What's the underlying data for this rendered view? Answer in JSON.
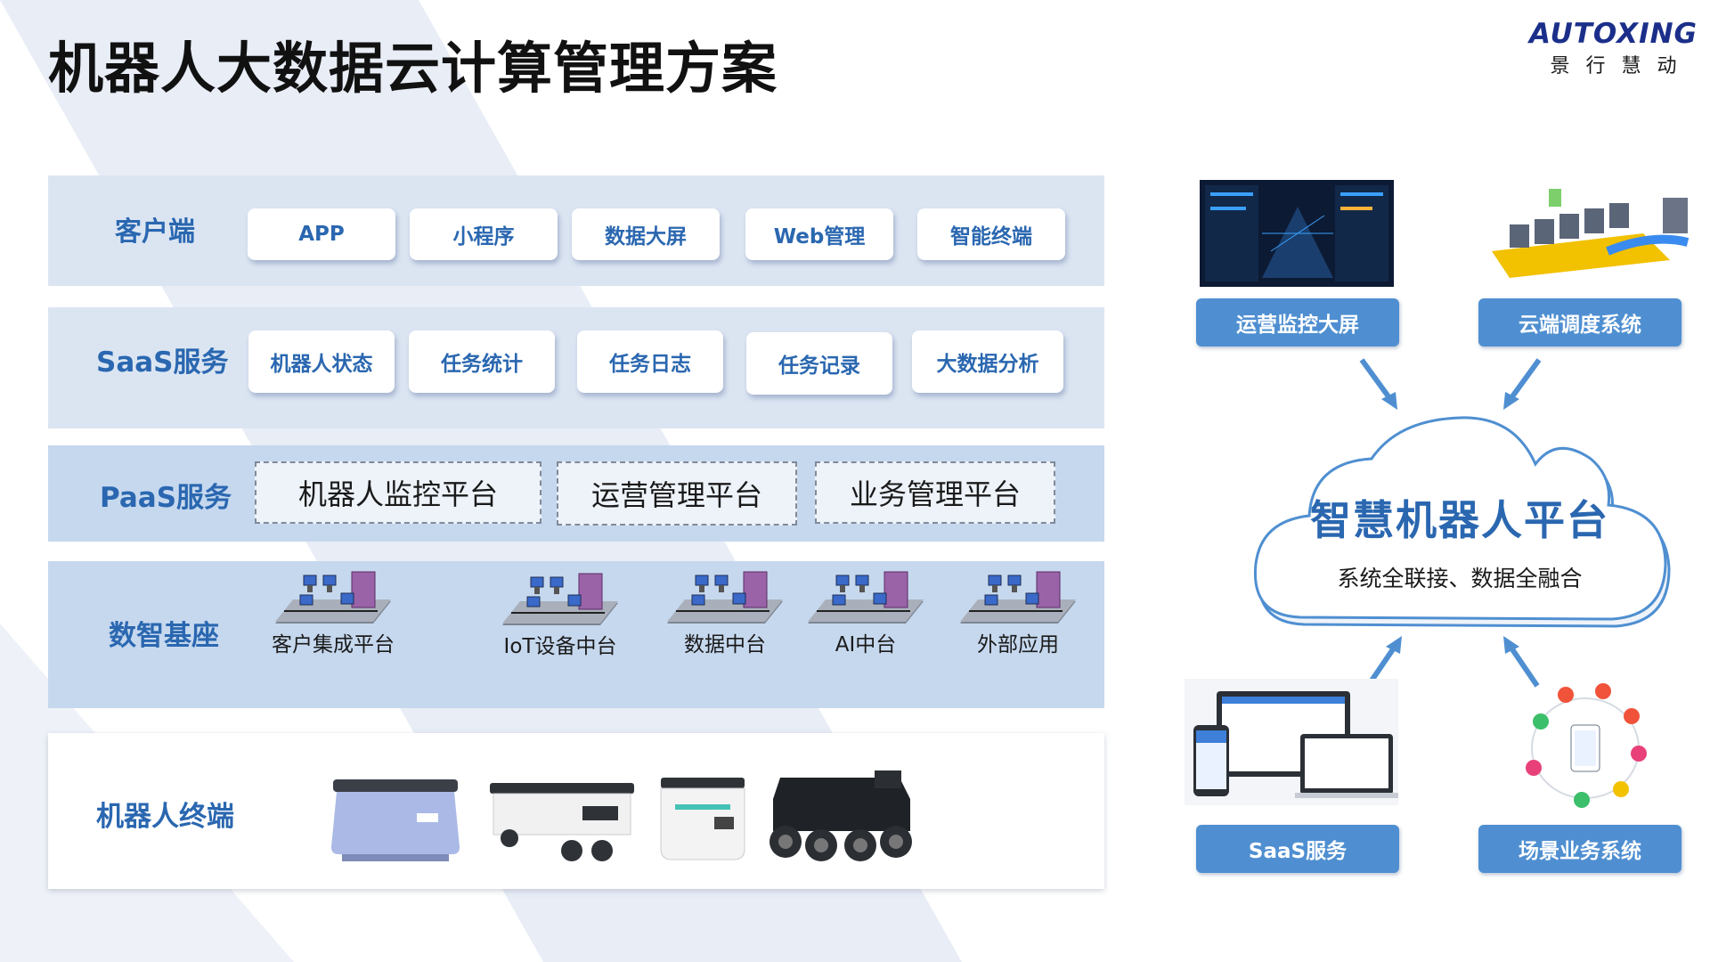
{
  "title": "机器人大数据云计算管理方案",
  "logo": {
    "brand": "AUTOXING",
    "chinese": "景行慧动"
  },
  "layers": {
    "client": {
      "label": "客户端",
      "items": [
        "APP",
        "小程序",
        "数据大屏",
        "Web管理",
        "智能终端"
      ]
    },
    "saas": {
      "label": "SaaS服务",
      "items": [
        "机器人状态",
        "任务统计",
        "任务日志",
        "任务记录",
        "大数据分析"
      ]
    },
    "paas": {
      "label": "PaaS服务",
      "items": [
        "机器人监控平台",
        "运营管理平台",
        "业务管理平台"
      ]
    },
    "foundation": {
      "label": "数智基座",
      "items": [
        "客户集成平台",
        "IoT设备中台",
        "数据中台",
        "AI中台",
        "外部应用"
      ]
    },
    "terminal": {
      "label": "机器人终端"
    }
  },
  "right": {
    "monitor_label": "运营监控大屏",
    "dispatch_label": "云端调度系统",
    "saas_label": "SaaS服务",
    "scene_label": "场景业务系统",
    "cloud_title": "智慧机器人平台",
    "cloud_subtitle": "系统全联接、数据全融合"
  },
  "colors": {
    "accent": "#2a67b0",
    "button": "#4f8fd1",
    "layer_bg": "#dbe5f2",
    "layer_bg_dark": "#c6d8ee"
  }
}
